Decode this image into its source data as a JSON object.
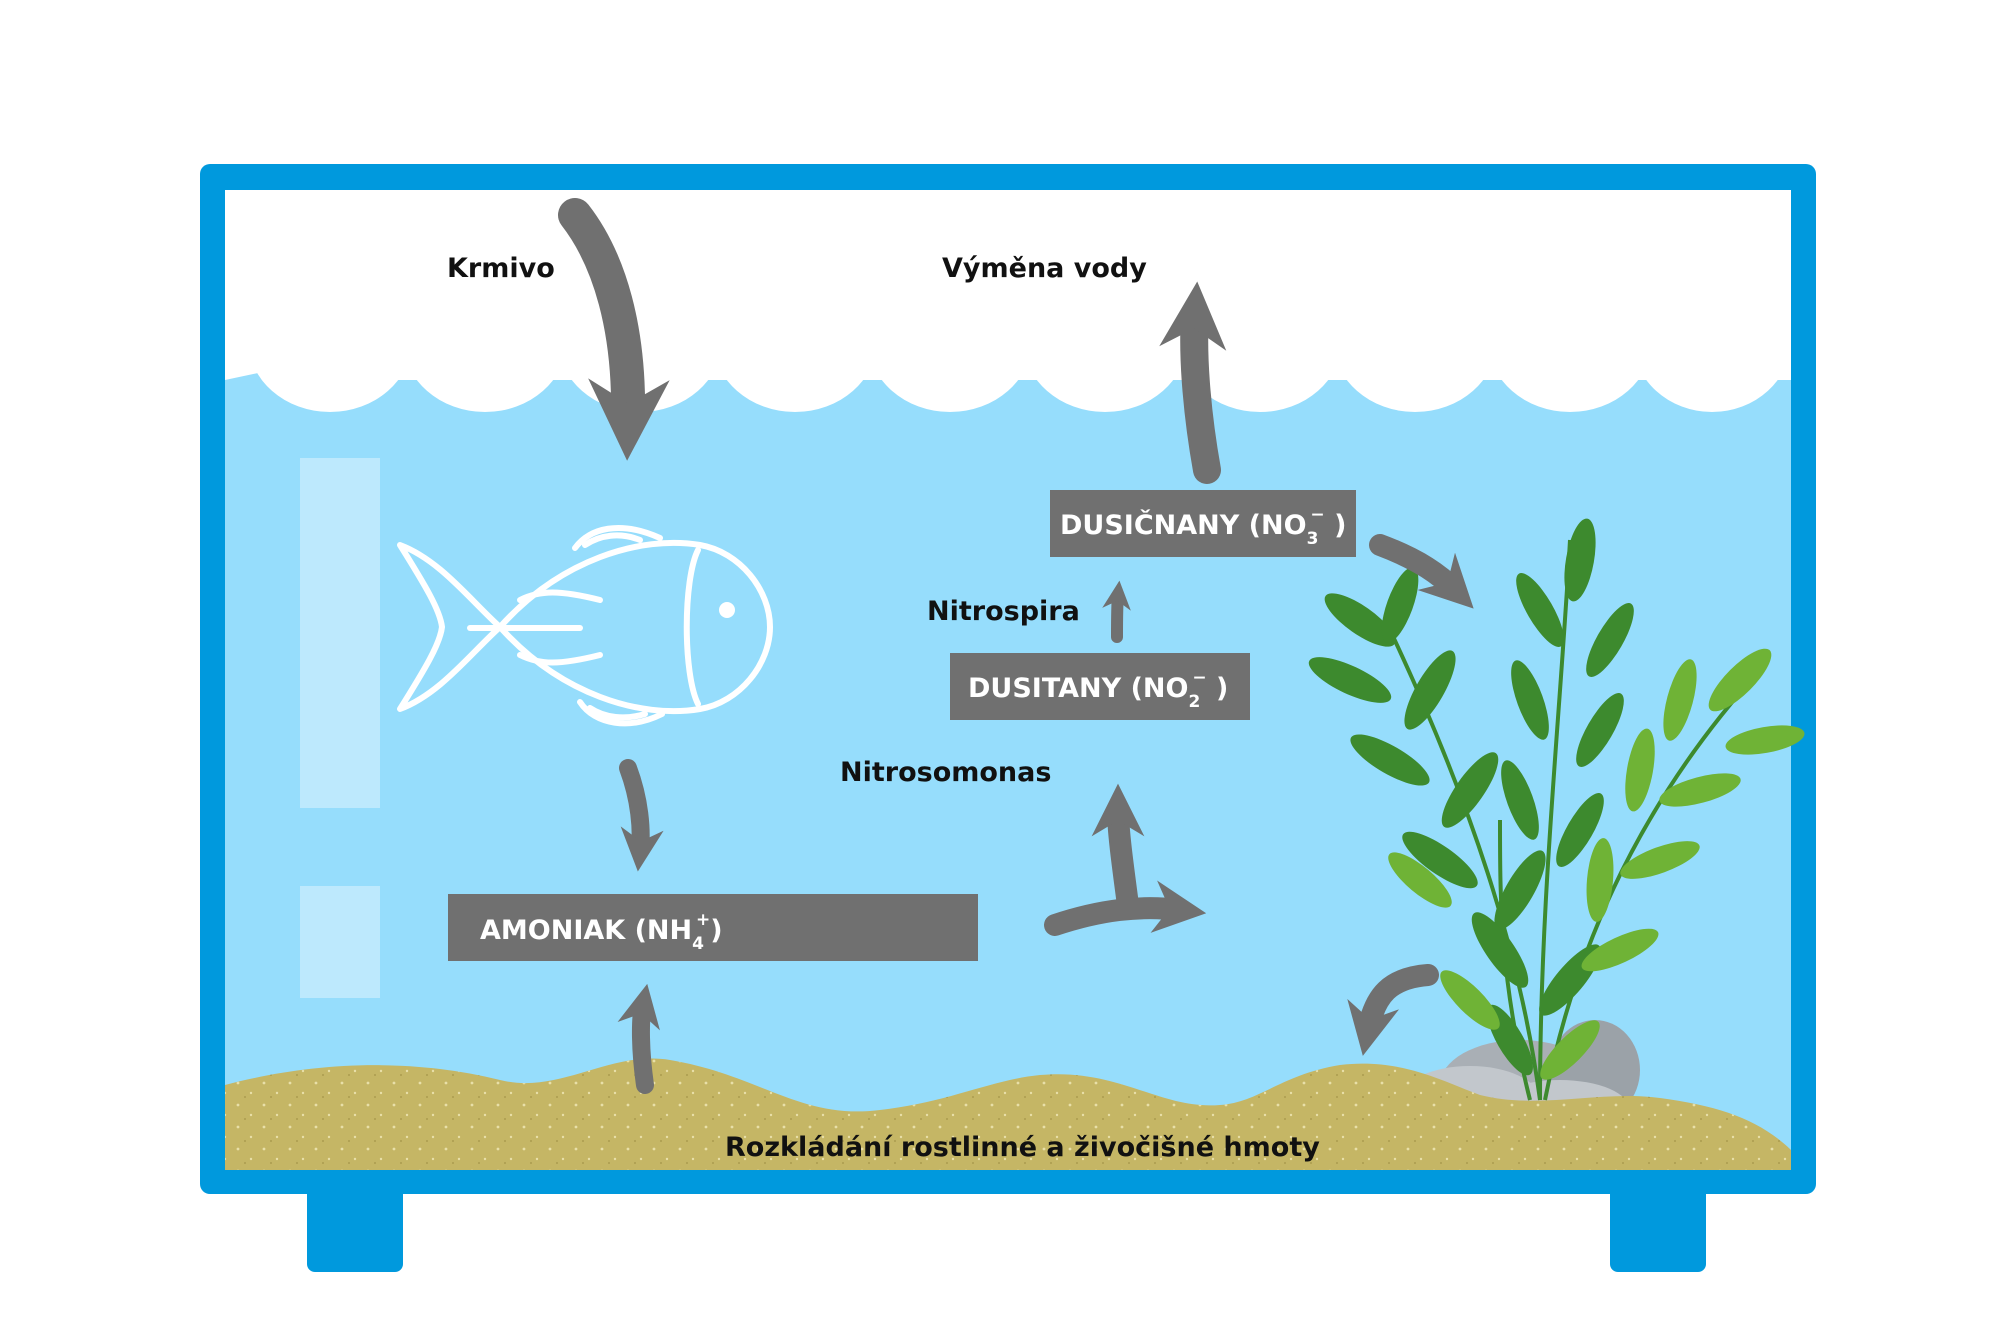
{
  "labels": {
    "feed": "Krmivo",
    "water_change": "Výměna vody",
    "nitrospira": "Nitrospira",
    "nitrosomonas": "Nitrosomonas",
    "decomposition": "Rozkládání rostlinné a živočišné hmoty"
  },
  "boxes": {
    "ammonia": {
      "name": "AMONIAK (NH",
      "sub": "4",
      "sup": "+",
      "close": ")"
    },
    "nitrite": {
      "name": "DUSITANY (NO",
      "sub": "2",
      "sup": "−",
      "close": " )"
    },
    "nitrate": {
      "name": "DUSIČNANY (NO",
      "sub": "3",
      "sup": "−",
      "close": " )"
    }
  },
  "colors": {
    "frame": "#0099dd",
    "water": "#96ddfc",
    "sand": "#c5b665",
    "arrow": "#707070",
    "box": "#707070",
    "plant_dark": "#3d8a2e",
    "plant_light": "#6fb336",
    "stone": "#a9afb5"
  },
  "icons": [
    "fish-icon",
    "plant-icon",
    "stones-icon"
  ]
}
